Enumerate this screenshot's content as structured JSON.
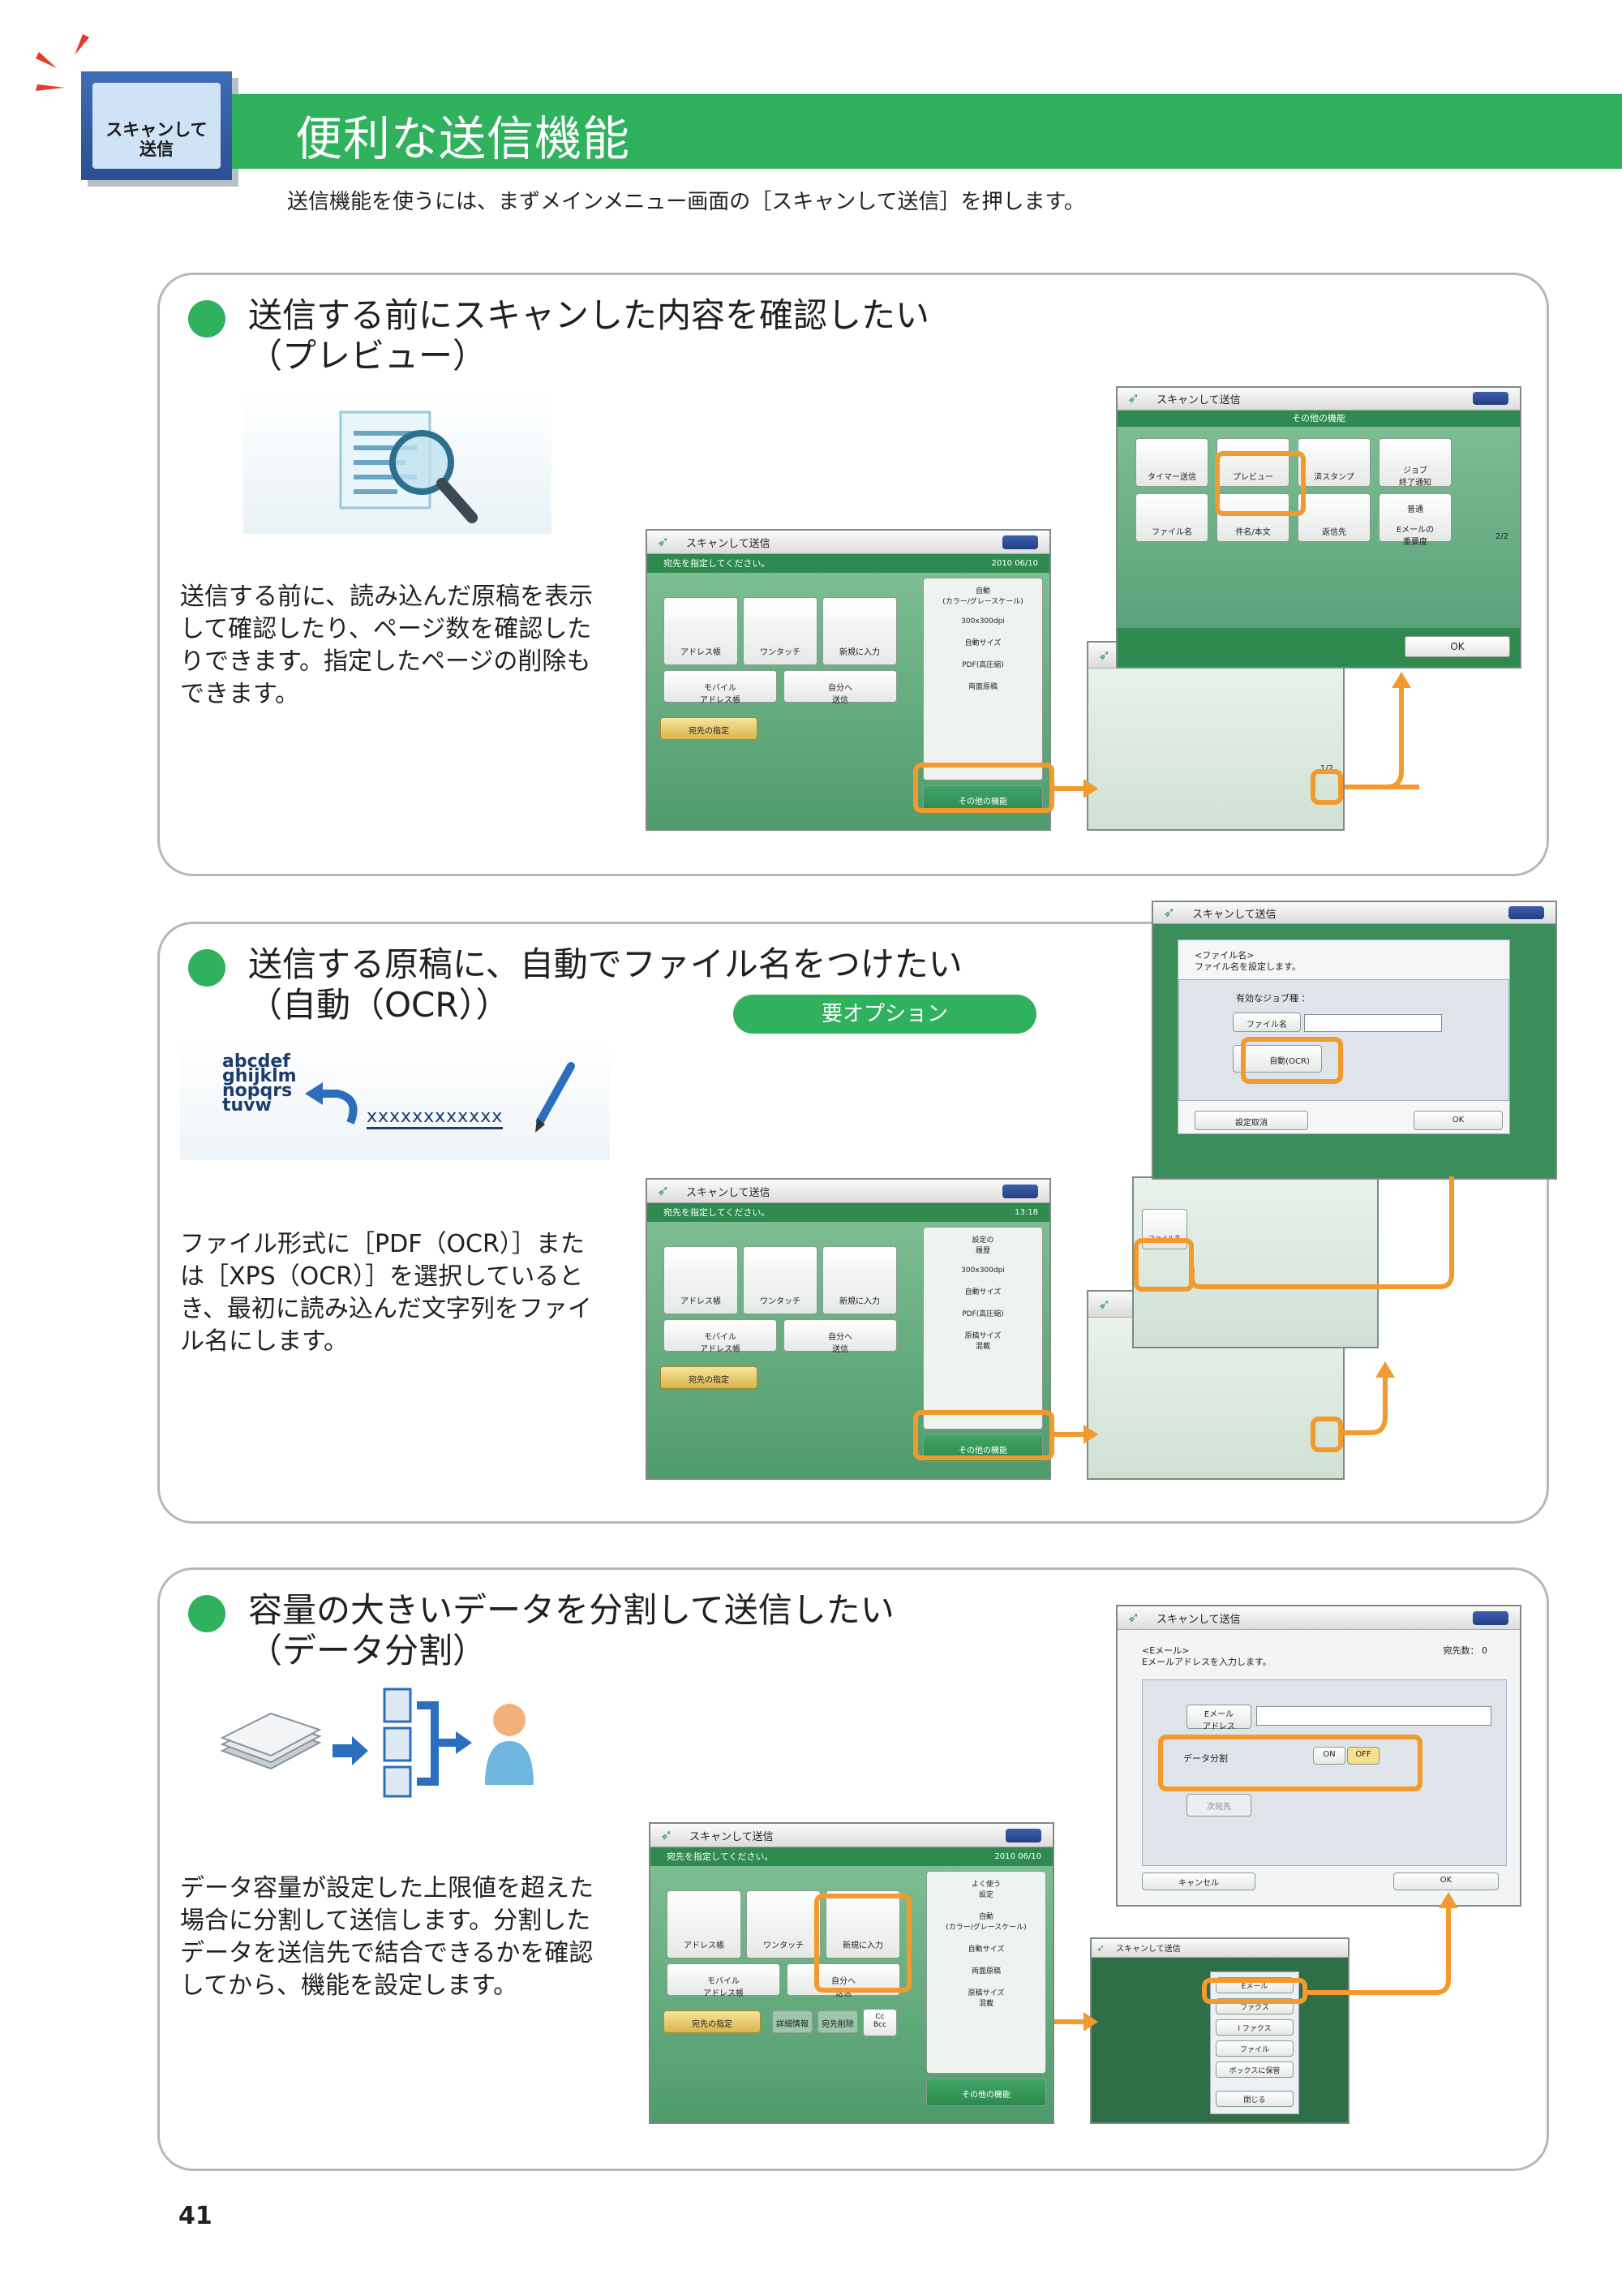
{
  "header": {
    "icon_label_line1": "スキャンして",
    "icon_label_line2": "送信",
    "title": "便利な送信機能",
    "intro": "送信機能を使うには、まずメインメニュー画面の［スキャンして送信］を押します。"
  },
  "option_badge": "要オプション",
  "sections": [
    {
      "title_line1": "送信する前にスキャンした内容を確認したい",
      "title_line2": "（プレビュー）",
      "desc": "送信する前に、読み込んだ原稿を表示して確認したり、ページ数を確認したりできます。指定したページの削除もできます。"
    },
    {
      "title_line1": "送信する原稿に、自動でファイル名をつけたい",
      "title_line2": "（自動（OCR））",
      "desc": "ファイル形式に［PDF（OCR）］または［XPS（OCR）］を選択しているとき、最初に読み込んだ文字列をファイル名にします。"
    },
    {
      "title_line1": "容量の大きいデータを分割して送信したい",
      "title_line2": "（データ分割）",
      "desc": "データ容量が設定した上限値を超えた場合に分割して送信します。分割したデータを送信先で結合できるかを確認してから、機能を設定します。"
    }
  ],
  "ocr_illustration_text": {
    "letters": "abcdef\nghijklm\nnopqrs\ntuvw",
    "filename": "xxxxxxxxxxxx"
  },
  "main_screen": {
    "title": "スキャンして送信",
    "message": "宛先を指定してください。",
    "date": "2010 06/10",
    "time": "13:18",
    "address_book": "アドレス帳",
    "one_touch": "ワンタッチ",
    "new_entry": "新規に入力",
    "mobile": "モバイル\nアドレス帳",
    "self": "自分へ\n送信",
    "dest_specify": "宛先の指定",
    "detail": "詳細情報",
    "dest_delete": "宛先削除",
    "cc_bcc": "Cc\nBcc",
    "history": "設定の\n履歴",
    "favorites": "よく使う\n設定",
    "auto_color": "自動\n(カラー/グレースケール)",
    "resolution": "300x300dpi",
    "auto_size": "自動サイズ",
    "pdf": "PDF(高圧縮)",
    "duplex": "両面原稿",
    "orig_size": "原稿サイズ\n混載",
    "other_functions": "その他の機能"
  },
  "other_functions_screen": {
    "title": "スキャンして送信",
    "heading": "その他の機能",
    "timer": "タイマー送信",
    "preview": "プレビュー",
    "stamp": "済スタンプ",
    "job_notify": "ジョブ\n終了通知",
    "file_name": "ファイル名",
    "subject": "件名/本文",
    "reply_to": "返信先",
    "priority_normal": "普通",
    "email_priority": "Eメールの\n重要度",
    "page": "2/2",
    "page_first": "1/2",
    "ok": "OK"
  },
  "file_name_screen": {
    "title": "スキャンして送信",
    "heading_line1": "<ファイル名>",
    "heading_line2": "ファイル名を設定します。",
    "valid_jobs": "有効なジョブ種 ：",
    "file_name_btn": "ファイル名",
    "auto_ocr": "自動(OCR)",
    "cancel": "設定取消",
    "ok": "OK"
  },
  "email_screen": {
    "title": "スキャンして送信",
    "heading_line1": "<Eメール>",
    "heading_line2": "Eメールアドレスを入力します。",
    "dest_count": "宛先数： 0",
    "email_address": "Eメール\nアドレス",
    "data_split": "データ分割",
    "on": "ON",
    "off": "OFF",
    "next": "次宛先",
    "cancel": "キャンセル",
    "ok": "OK"
  },
  "new_entry_menu": {
    "email": "Eメール",
    "fax": "ファクス",
    "ifax": "I ファクス",
    "file": "ファイル",
    "box": "ボックスに保管",
    "close": "閉じる"
  },
  "page_number": "41",
  "colors": {
    "green": "#2fb15e",
    "orange": "#f39a2e",
    "blue": "#2a4f93"
  }
}
